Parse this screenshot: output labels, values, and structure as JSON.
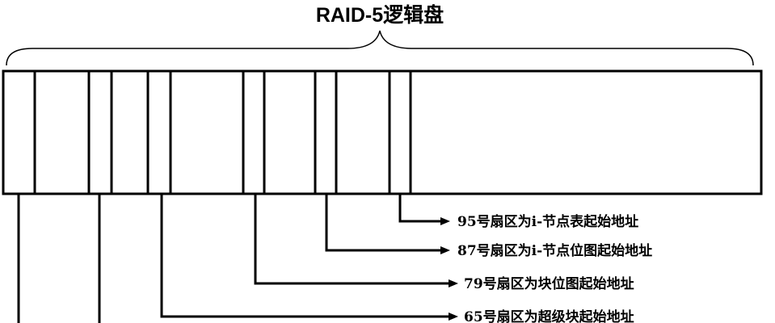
{
  "diagram": {
    "title": "RAID-5逻辑盘",
    "annotations": [
      {
        "label": "95号扇区为i-节点表起始地址"
      },
      {
        "label": "87号扇区为i-节点位图起始地址"
      },
      {
        "label": "79号扇区为块位图起始地址"
      },
      {
        "label": "65号扇区为超级块起始地址"
      }
    ]
  }
}
